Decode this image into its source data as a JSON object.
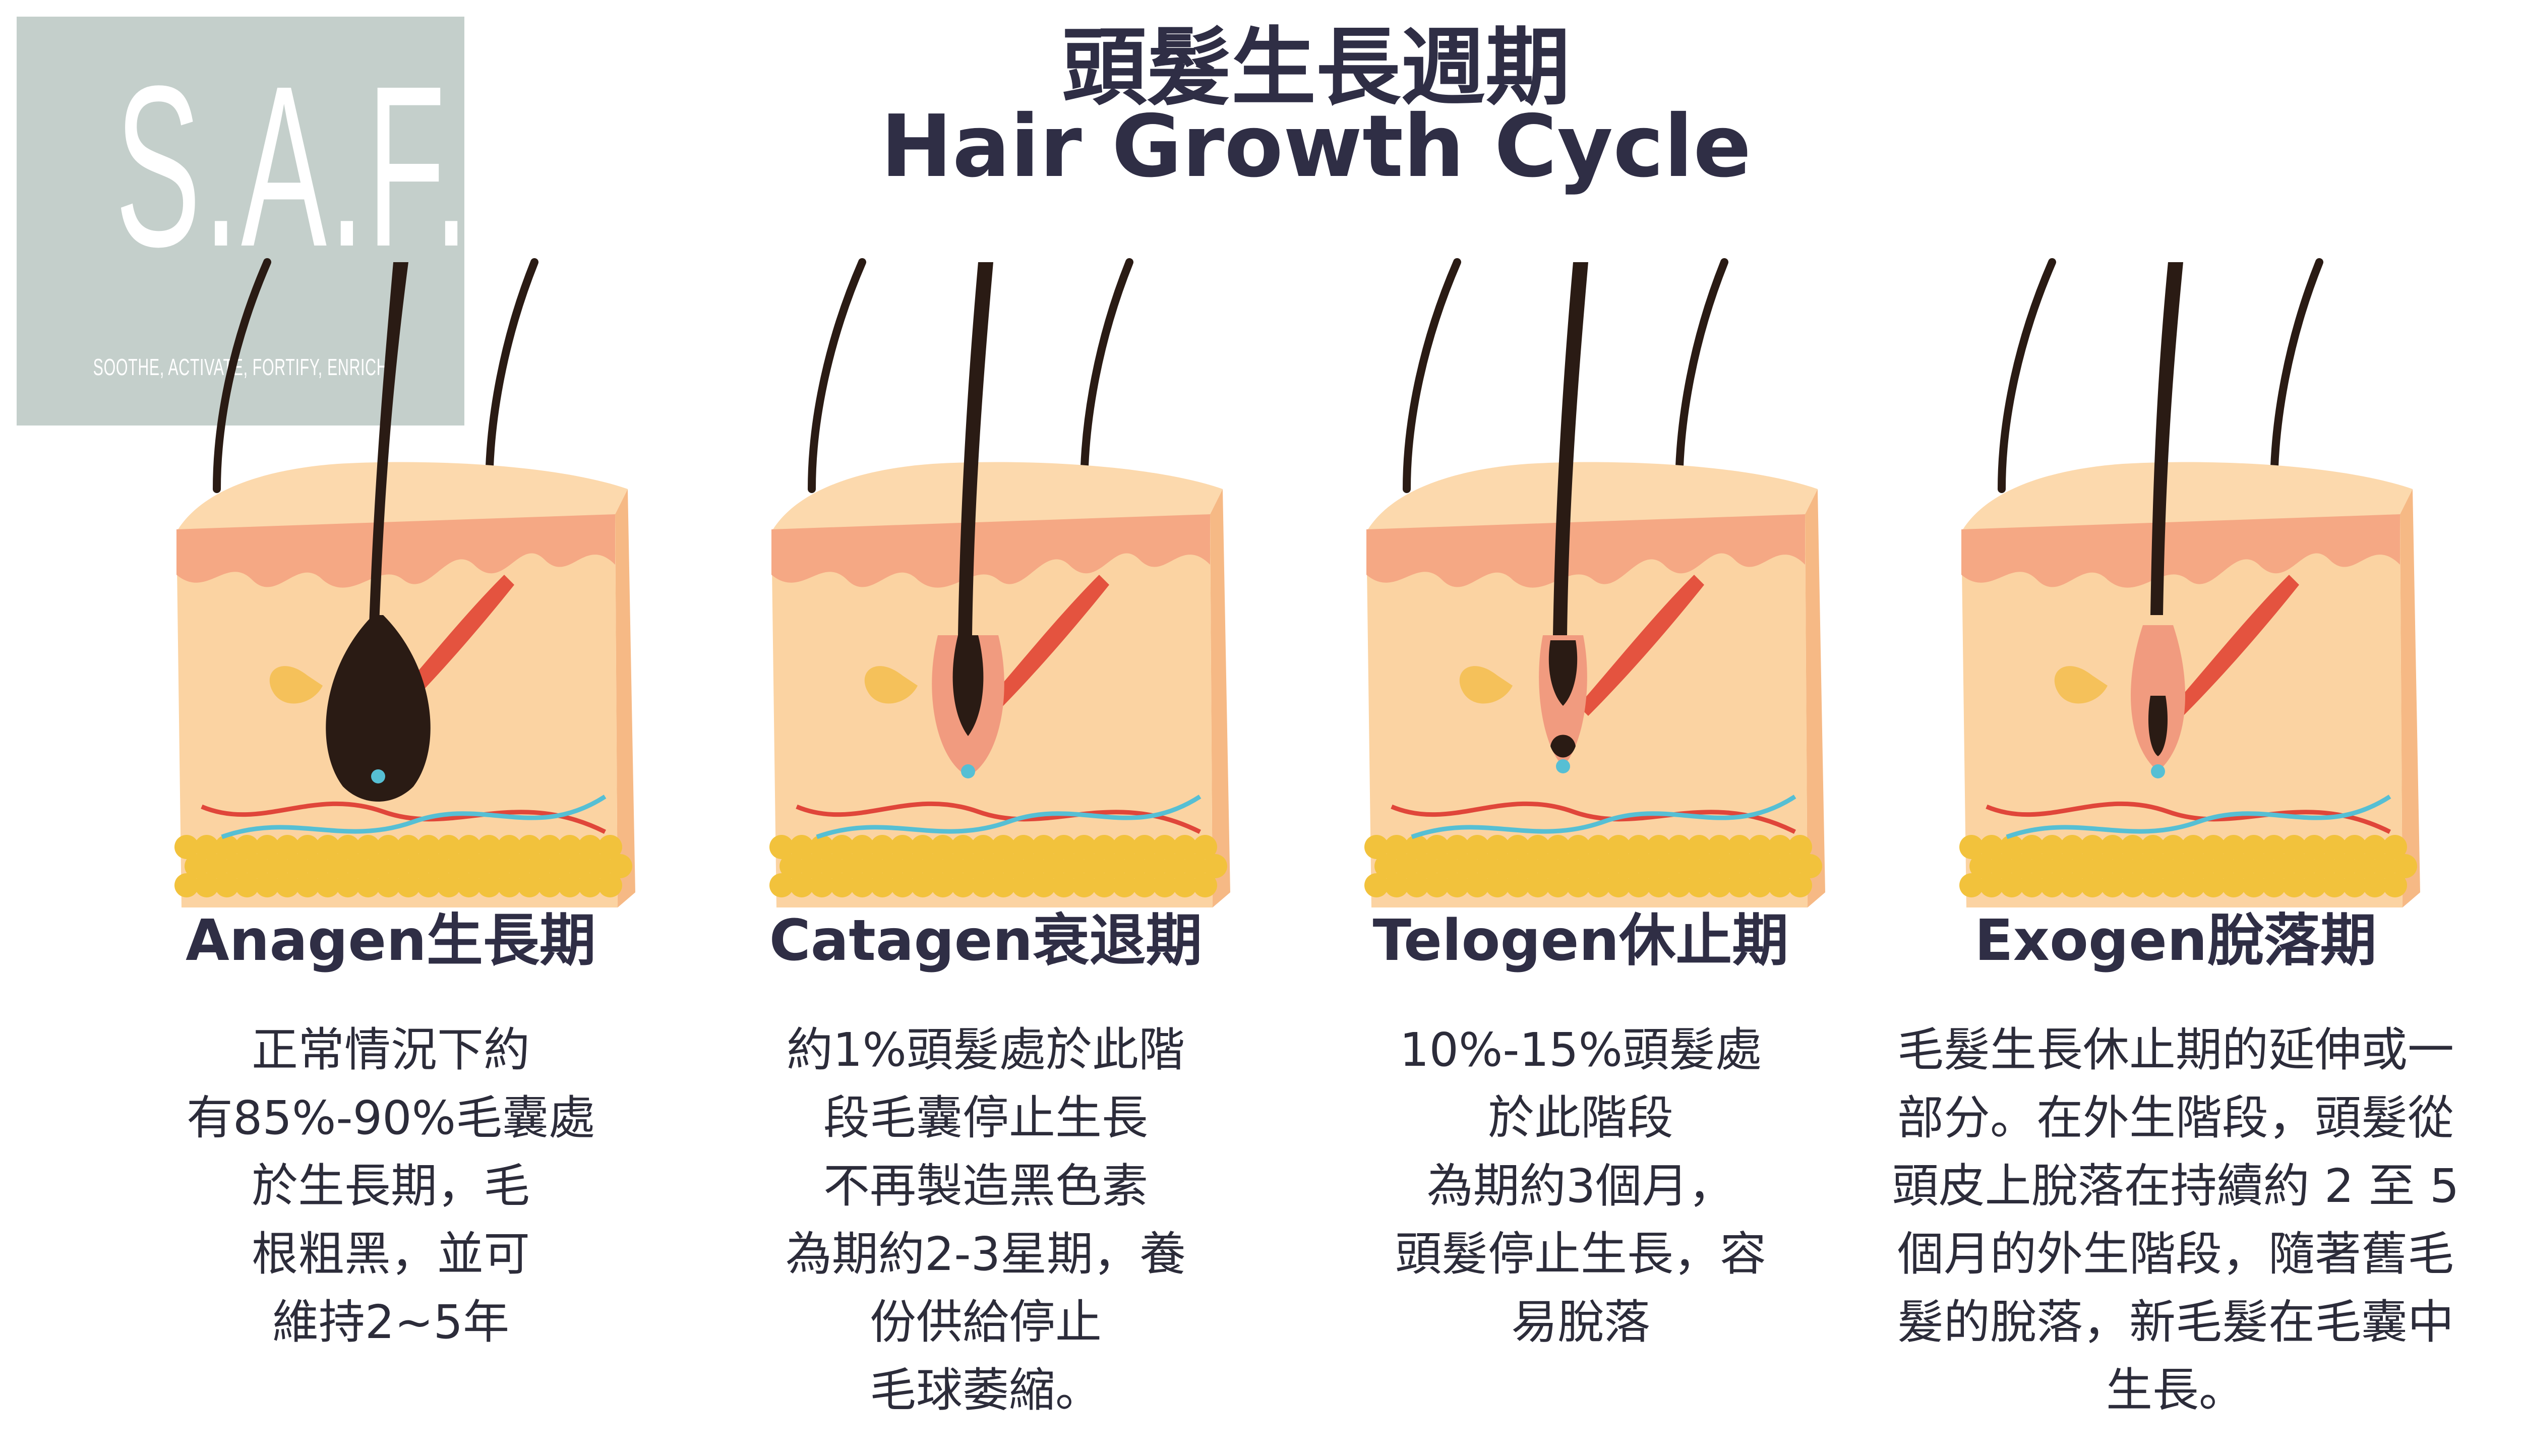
{
  "logo": {
    "wordmark": "S.A.F.E.",
    "tagline": "SOOTHE, ACTIVATE, FORTIFY, ENRICH"
  },
  "title": {
    "zh": "頭髮生長週期",
    "en": "Hair Growth Cycle"
  },
  "stages": [
    {
      "name": "Anagen生長期",
      "description": "正常情況下約\n有85%-90%毛囊處\n於生長期，毛\n根粗黑，並可\n維持2~5年"
    },
    {
      "name": "Catagen衰退期",
      "description": "約1%頭髮處於此階\n段毛囊停止生長\n不再製造黑色素\n為期約2-3星期，養\n份供給停止\n毛球萎縮。"
    },
    {
      "name": "Telogen休止期",
      "description": "10%-15%頭髮處\n於此階段\n為期約3個月，\n頭髮停止生長，容\n易脫落"
    },
    {
      "name": "Exogen脫落期",
      "description": "毛髮生長休止期的延伸或一\n部分。在外生階段，頭髮從\n頭皮上脫落在持續約 2 至 5\n個月的外生階段，隨著舊毛\n髮的脫落，新毛髮在毛囊中\n生長。"
    }
  ],
  "colors": {
    "title": "#2f2e45",
    "logo_bg": "#c4cfcb",
    "skin": "#fbd3a2",
    "skin_side": "#f6b985",
    "epidermis": "#f5a884",
    "fat": "#f2c23c",
    "hair": "#2a1b14",
    "artery": "#e0463a",
    "vein": "#56bfd4"
  }
}
